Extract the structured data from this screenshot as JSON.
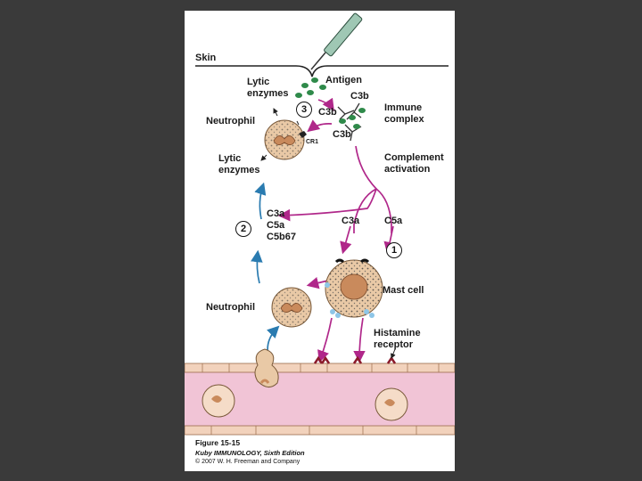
{
  "labels": {
    "skin": "Skin",
    "antigen": "Antigen",
    "lytic_enzymes_top_1": "Lytic",
    "lytic_enzymes_top_2": "enzymes",
    "c3b_1": "C3b",
    "c3b_2": "C3b",
    "c3b_3": "C3b",
    "immune_complex_1": "Immune",
    "immune_complex_2": "complex",
    "neutrophil_top": "Neutrophil",
    "cr1": "CR1",
    "lytic_enzymes_mid_1": "Lytic",
    "lytic_enzymes_mid_2": "enzymes",
    "complement_activation_1": "Complement",
    "complement_activation_2": "activation",
    "c3a_left": "C3a",
    "c5a_left": "C5a",
    "c5b67": "C5b67",
    "c3a_right": "C3a",
    "c5a_right": "C5a",
    "mast_cell": "Mast cell",
    "neutrophil_bottom": "Neutrophil",
    "histamine_receptor_1": "Histamine",
    "histamine_receptor_2": "receptor"
  },
  "steps": {
    "one": "1",
    "two": "2",
    "three": "3"
  },
  "caption": {
    "figure": "Figure 15-15",
    "book": "Kuby IMMUNOLOGY, Sixth Edition",
    "copyright": "© 2007 W. H. Freeman and Company"
  },
  "colors": {
    "background": "#3a3a3a",
    "magenta_arrow": "#b0278a",
    "blue_arrow": "#2a7bb0",
    "vessel_pink": "#f1c4d6",
    "cell_tan": "#e9c9a6",
    "nucleus": "#c98a5c",
    "antigen_green": "#2f8a4a"
  }
}
